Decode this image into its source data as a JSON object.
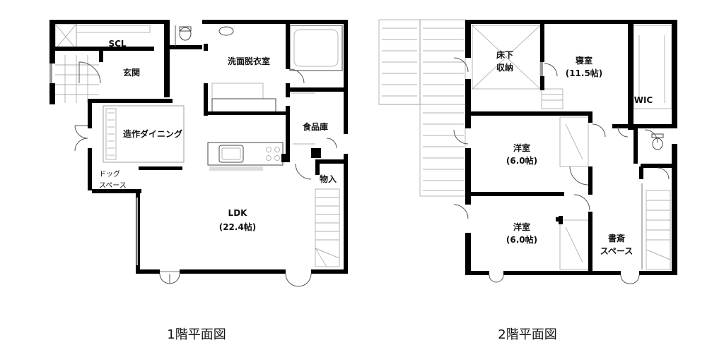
{
  "floor1": {
    "caption": "1階平面図",
    "rooms": {
      "scl": "SCL",
      "genkan": "玄関",
      "senmen": "洗面脱衣室",
      "dining": "造作ダイニング",
      "shokuhinko": "食品庫",
      "dog_line1": "ドッグ",
      "dog_line2": "スペース",
      "monoire": "物入",
      "ldk_name": "LDK",
      "ldk_size": "(22.4帖)"
    }
  },
  "floor2": {
    "caption": "2階平面図",
    "rooms": {
      "yukashita_line1": "床下",
      "yukashita_line2": "収納",
      "shinshitsu_name": "寝室",
      "shinshitsu_size": "(11.5帖)",
      "wic": "WIC",
      "yoshitsu1_name": "洋室",
      "yoshitsu1_size": "(6.0帖)",
      "yoshitsu2_name": "洋室",
      "yoshitsu2_size": "(6.0帖)",
      "shosai_line1": "書斎",
      "shosai_line2": "スペース"
    }
  }
}
